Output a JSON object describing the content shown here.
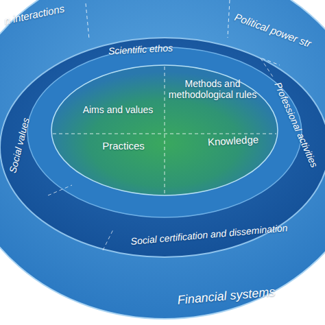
{
  "diagram": {
    "nodes": [
      {
        "text": [
          "n interactions",
          "Political power str",
          "Financial systems"
        ]
      },
      {
        "text": [
          "Scientific ethos",
          "Professional activities",
          "Social values",
          "Social certification and dissemination"
        ],
        "in": 0
      },
      {
        "text": [
          "Aims and values",
          "Methods and methodological rules",
          "Practices",
          "Knowledge"
        ],
        "in": 1
      }
    ]
  }
}
